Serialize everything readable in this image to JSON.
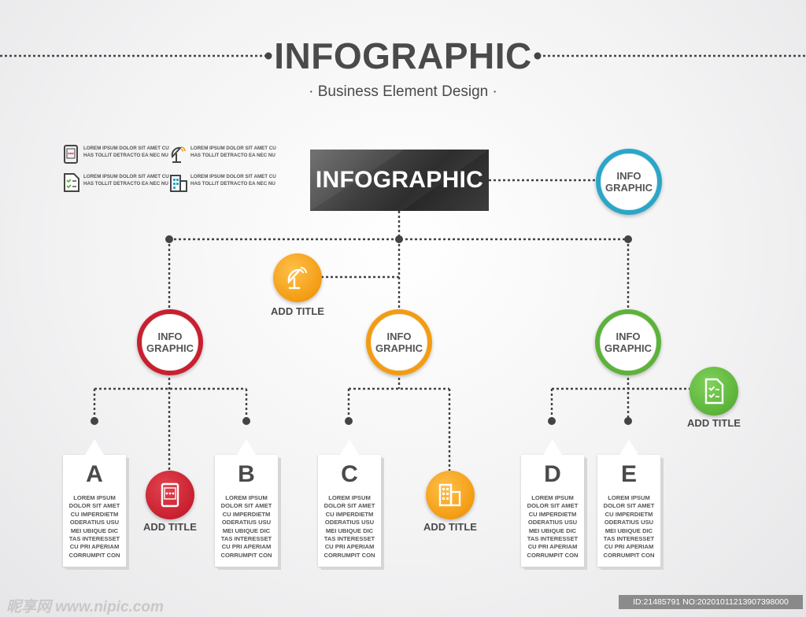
{
  "header": {
    "title": "INFOGRAPHIC",
    "subtitle": "· Business Element Design ·"
  },
  "legend": [
    {
      "icon": "tablet-icon",
      "text": "LOREM IPSUM DOLOR SIT AMET CU\nHAS TOLLIT DETRACTO EA NEC NU"
    },
    {
      "icon": "satellite-dish-icon",
      "text": "LOREM IPSUM DOLOR SIT AMET CU\nHAS TOLLIT DETRACTO EA NEC NU"
    },
    {
      "icon": "checklist-icon",
      "text": "LOREM IPSUM DOLOR SIT AMET CU\nHAS TOLLIT DETRACTO EA NEC NU"
    },
    {
      "icon": "building-icon",
      "text": "LOREM IPSUM DOLOR SIT AMET CU\nHAS TOLLIT DETRACTO EA NEC NU"
    }
  ],
  "banner": {
    "text": "INFOGRAPHIC"
  },
  "nodes": {
    "top_right": {
      "label": "INFO\nGRAPHIC",
      "color": "#2aa6c8"
    },
    "left": {
      "label": "INFO\nGRAPHIC",
      "color": "#c8202f"
    },
    "center": {
      "label": "INFO\nGRAPHIC",
      "color": "#f39c12"
    },
    "right": {
      "label": "INFO\nGRAPHIC",
      "color": "#5db33a"
    }
  },
  "icon_callouts": {
    "satellite": {
      "label": "ADD TITLE",
      "icon": "satellite-dish-icon",
      "color": "#f39c12"
    },
    "tablet": {
      "label": "ADD TITLE",
      "icon": "tablet-icon",
      "color": "#c8202f"
    },
    "building": {
      "label": "ADD TITLE",
      "icon": "building-icon",
      "color": "#f39c12"
    },
    "checklist": {
      "label": "ADD TITLE",
      "icon": "checklist-icon",
      "color": "#5db33a"
    }
  },
  "cards": [
    {
      "letter": "A",
      "text": "LOREM IPSUM\nDOLOR SIT AMET\nCU IMPERDIETM\nODERATIUS USU\nMEI UBIQUE DIC\nTAS INTERESSET\nCU PRI APERIAM\nCORRUMPIT CON"
    },
    {
      "letter": "B",
      "text": "LOREM IPSUM\nDOLOR SIT AMET\nCU IMPERDIETM\nODERATIUS USU\nMEI UBIQUE DIC\nTAS INTERESSET\nCU PRI APERIAM\nCORRUMPIT CON"
    },
    {
      "letter": "C",
      "text": "LOREM IPSUM\nDOLOR SIT AMET\nCU IMPERDIETM\nODERATIUS USU\nMEI UBIQUE DIC\nTAS INTERESSET\nCU PRI APERIAM\nCORRUMPIT CON"
    },
    {
      "letter": "D",
      "text": "LOREM IPSUM\nDOLOR SIT AMET\nCU IMPERDIETM\nODERATIUS USU\nMEI UBIQUE DIC\nTAS INTERESSET\nCU PRI APERIAM\nCORRUMPIT CON"
    },
    {
      "letter": "E",
      "text": "LOREM IPSUM\nDOLOR SIT AMET\nCU IMPERDIETM\nODERATIUS USU\nMEI UBIQUE DIC\nTAS INTERESSET\nCU PRI APERIAM\nCORRUMPIT CON"
    }
  ],
  "watermark": {
    "left": "昵享网 www.nipic.com",
    "right": "ID:21485791 NO:20201011213907398000"
  },
  "colors": {
    "connector": "#444444",
    "text": "#4a4a4a"
  }
}
